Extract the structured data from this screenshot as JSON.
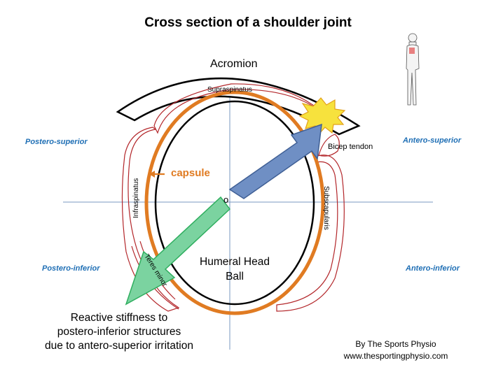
{
  "title": "Cross section of a shoulder joint",
  "labels": {
    "acromion": "Acromion",
    "supraspinatus": "Supraspinatus",
    "infraspinatus": "Infraspinatus",
    "subscapularis": "Subscapularis",
    "teres_minor": "Teres minor",
    "bicep_tendon": "Bicep tendon",
    "capsule": "capsule",
    "humeral_head_line1": "Humeral Head",
    "humeral_head_line2": "Ball",
    "center_marker": "o"
  },
  "directions": {
    "postero_superior": "Postero-superior",
    "antero_superior": "Antero-superior",
    "postero_inferior": "Postero-inferior",
    "antero_inferior": "Antero-inferior"
  },
  "caption": {
    "line1": "Reactive stiffness to",
    "line2": "postero-inferior structures",
    "line3": "due to antero-superior irritation"
  },
  "credit": {
    "line1": "By The Sports Physio",
    "line2": "www.thesportingphysio.com"
  },
  "colors": {
    "capsule": "#e07b22",
    "axis": "#7a9ac0",
    "direction_text": "#1f6fb5",
    "muscle_outline": "#b3262a",
    "blue_arrow_fill": "#6f8fc4",
    "blue_arrow_stroke": "#3f5f95",
    "green_arrow_fill": "#7bd3a0",
    "green_arrow_stroke": "#2fae5f",
    "irritation_burst": "#f7e23d"
  }
}
